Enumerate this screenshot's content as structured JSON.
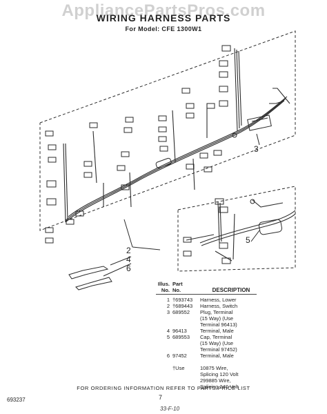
{
  "header": {
    "watermark": "AppliancePartsPros.com",
    "title": "WIRING HARNESS PARTS",
    "subtitle": "For Model: CFE 1300W1"
  },
  "callouts": [
    "2",
    "3",
    "4",
    "5",
    "6"
  ],
  "parts_table": {
    "headers": {
      "illus": [
        "Illus.",
        "No."
      ],
      "part": [
        "Part",
        "No."
      ],
      "description": "DESCRIPTION"
    },
    "rows": [
      {
        "illus": "1",
        "part": "†693743",
        "description": "Harness, Lower"
      },
      {
        "illus": "2",
        "part": "†689443",
        "description": "Harness, Switch"
      },
      {
        "illus": "3",
        "part": "689552",
        "description": "Plug, Terminal"
      },
      {
        "illus": "",
        "part": "",
        "description": "(15 Way) (Use"
      },
      {
        "illus": "",
        "part": "",
        "description": "Terminal 96413)"
      },
      {
        "illus": "4",
        "part": "96413",
        "description": "Terminal, Male"
      },
      {
        "illus": "5",
        "part": "689553",
        "description": "Cap, Terminal"
      },
      {
        "illus": "",
        "part": "",
        "description": "(15 Way) (Use"
      },
      {
        "illus": "",
        "part": "",
        "description": "Terminal 97452)"
      },
      {
        "illus": "6",
        "part": "97452",
        "description": "Terminal, Male"
      },
      {
        "illus": "",
        "part": "",
        "description": ""
      },
      {
        "illus": "",
        "part": "†Use",
        "description": "10875 Wire,"
      },
      {
        "illus": "",
        "part": "",
        "description": "Splicing 120 Volt"
      },
      {
        "illus": "",
        "part": "",
        "description": "299885 Wire,"
      },
      {
        "illus": "",
        "part": "",
        "description": "Splicing 240 Volt"
      }
    ]
  },
  "footer": {
    "note": "FOR ORDERING INFORMATION REFER TO PARTS PRICE LIST",
    "code": "693237",
    "page": "7",
    "handwritten": "33-F-10"
  }
}
